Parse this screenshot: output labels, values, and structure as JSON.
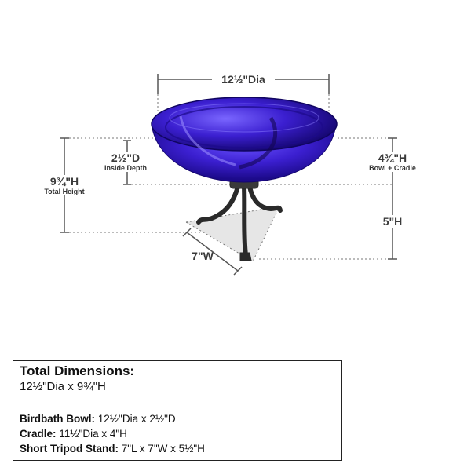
{
  "dimensions": {
    "diameter": "12½\"Dia",
    "inside_depth": "2½\"D",
    "inside_depth_caption": "Inside Depth",
    "total_height": "9¾\"H",
    "total_height_caption": "Total Height",
    "bowl_cradle_height": "4¾\"H",
    "bowl_cradle_caption": "Bowl + Cradle",
    "stand_height": "5\"H",
    "stand_width": "7\"W"
  },
  "panel": {
    "title": "Total Dimensions:",
    "summary": "12½\"Dia x 9¾\"H",
    "rows": [
      {
        "label": "Birdbath Bowl:",
        "value": " 12½\"Dia x 2½\"D"
      },
      {
        "label": "Cradle:",
        "value": " 11½\"Dia x 4\"H"
      },
      {
        "label": "Short Tripod Stand:",
        "value": " 7\"L x 7\"W x 5½\"H"
      }
    ]
  },
  "colors": {
    "bowl": "#3b1fd0",
    "bowl_dark": "#1c0a8a",
    "metal": "#2a2a2a"
  }
}
